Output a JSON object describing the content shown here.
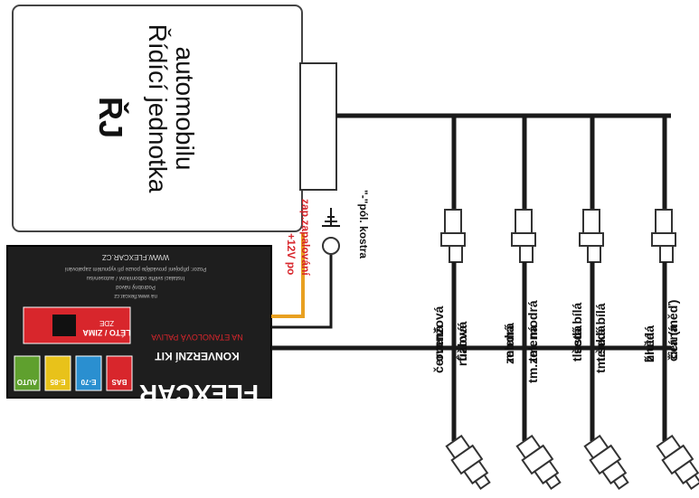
{
  "ecu": {
    "abbr": "ŘJ",
    "name_line1": "Řídící jednotka",
    "name_line2": "automobilu"
  },
  "power": {
    "line1": "+12V po",
    "line2": "zap.zapalování"
  },
  "ground": {
    "label": "\"-\"pól. kostra"
  },
  "kit": {
    "url": "WWW.FLEXCAR.CZ",
    "small_line1": "Pozor: připojení provádějte pouze při vypnutém zapalování",
    "small_line2": "Instalaci svěřte odborníkovi / autoservisu",
    "small_line3": "Podrobný návod",
    "small_line4": "na www.flexcar.cz",
    "sticker_title": "LÉTO / ZIMA",
    "sticker_sub": "ZDE",
    "brand": "FLEXCAR",
    "title_line1": "KONVERZNÍ KIT",
    "title_line2": "NA ETANOLOVÁ PALIVA",
    "leds": [
      {
        "label": "AUTO",
        "color": "#5fa02e"
      },
      {
        "label": "E-85",
        "color": "#e8c21a"
      },
      {
        "label": "E-70",
        "color": "#2a8fd0"
      },
      {
        "label": "BAS",
        "color": "#d8262c"
      }
    ]
  },
  "wires": [
    {
      "top": "oranžová",
      "top2": "červená",
      "bottom": "fialová",
      "bottom2": "růžová"
    },
    {
      "top": "modrá",
      "top2": "zelená",
      "bottom": "tm. modrá",
      "bottom2": "tm.zelená"
    },
    {
      "top": "tlustá bílá",
      "top2": "šedá",
      "bottom": "tenká bílá",
      "bottom2": "tm.šedá"
    },
    {
      "top": "žlutá",
      "top2": "hnědá",
      "bottom": "čirá (měď)",
      "bottom2": "černá"
    }
  ],
  "colors": {
    "wire": "#1a1a1a",
    "power_wire": "#e8a020",
    "power_text": "#d8262c",
    "box_edge": "#333333"
  }
}
